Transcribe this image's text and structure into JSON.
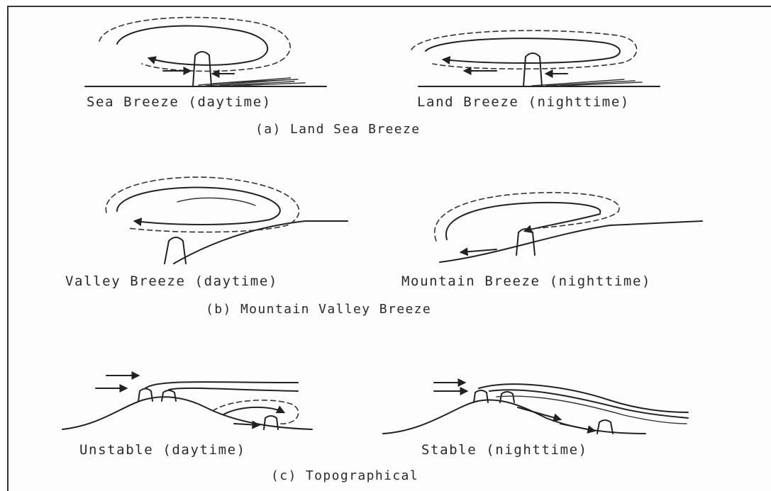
{
  "sections": [
    {
      "heading": "(a) Land Sea Breeze",
      "panels": [
        {
          "caption": "Sea Breeze (daytime)"
        },
        {
          "caption": "Land Breeze (nighttime)"
        }
      ]
    },
    {
      "heading": "(b) Mountain Valley Breeze",
      "panels": [
        {
          "caption": "Valley Breeze (daytime)"
        },
        {
          "caption": "Mountain Breeze (nighttime)"
        }
      ]
    },
    {
      "heading": "(c) Topographical",
      "panels": [
        {
          "caption": "Unstable (daytime)"
        },
        {
          "caption": "Stable (nighttime)"
        }
      ]
    }
  ]
}
